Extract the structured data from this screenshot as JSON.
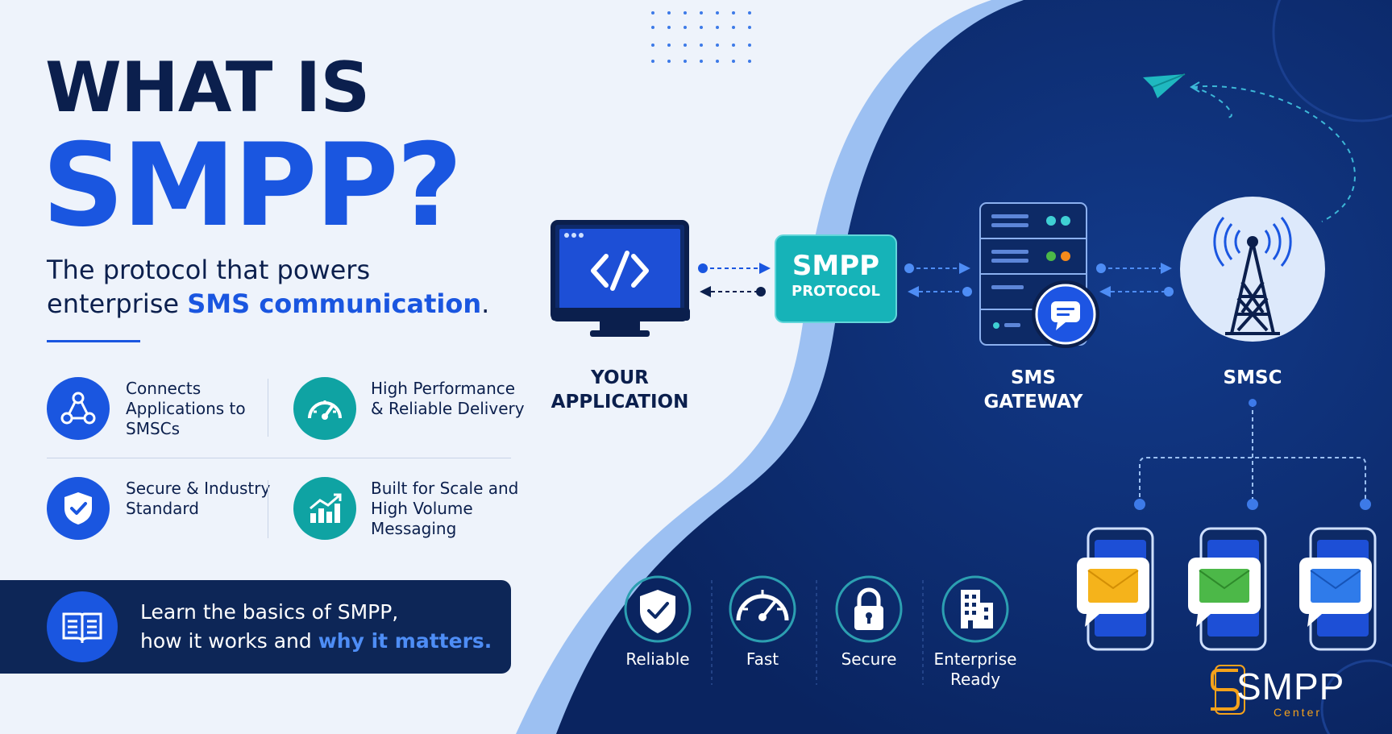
{
  "title": {
    "line1": "WHAT IS",
    "line2": "SMPP?"
  },
  "subtitle": {
    "part1": "The protocol that powers enterprise ",
    "highlight": "SMS communication",
    "part2": "."
  },
  "features": [
    {
      "icon": "network-icon",
      "text": "Connects Applications to SMSCs",
      "color": "#1a56e0"
    },
    {
      "icon": "speedometer-icon",
      "text": "High Performance & Reliable Delivery",
      "color": "#0fa3a3"
    },
    {
      "icon": "shield-check-icon",
      "text": "Secure & Industry Standard",
      "color": "#1a56e0"
    },
    {
      "icon": "bar-chart-icon",
      "text": "Built for Scale and High Volume Messaging",
      "color": "#0fa3a3"
    }
  ],
  "banner": {
    "icon": "book-icon",
    "line1": "Learn the basics of SMPP,",
    "line2_part1": "how it works and ",
    "line2_highlight": "why it matters."
  },
  "diagram": {
    "application": {
      "icon": "laptop-code-icon",
      "label_line1": "YOUR",
      "label_line2": "APPLICATION"
    },
    "protocol": {
      "line1": "SMPP",
      "line2": "PROTOCOL"
    },
    "gateway": {
      "icon": "server-chat-icon",
      "label_line1": "SMS",
      "label_line2": "GATEWAY"
    },
    "smsc": {
      "icon": "antenna-tower-icon",
      "label": "SMSC"
    },
    "phones": [
      {
        "icon": "envelope-icon",
        "color": "#f5b31b"
      },
      {
        "icon": "envelope-icon",
        "color": "#4cb848"
      },
      {
        "icon": "envelope-icon",
        "color": "#2f7bea"
      }
    ]
  },
  "benefits": [
    {
      "icon": "shield-check-icon",
      "label": "Reliable"
    },
    {
      "icon": "speedometer-icon",
      "label": "Fast"
    },
    {
      "icon": "lock-icon",
      "label": "Secure"
    },
    {
      "icon": "building-icon",
      "label": "Enterprise Ready"
    }
  ],
  "logo": {
    "main": "SMPP",
    "sub": "Center"
  },
  "colors": {
    "navy": "#0b1f4d",
    "blue": "#1a56e0",
    "teal": "#16b3b8",
    "dark_panel": "#0d2a66",
    "accent_light": "#4e8df5"
  }
}
